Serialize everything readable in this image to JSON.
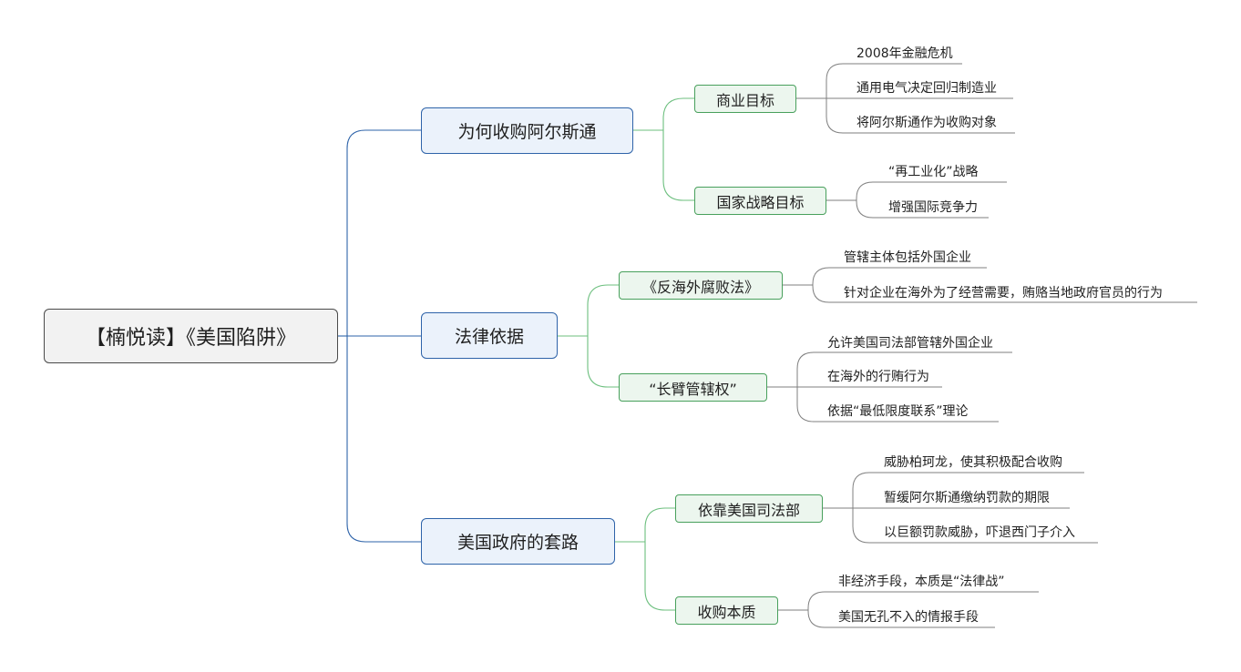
{
  "root": {
    "label": "【楠悦读】《美国陷阱》"
  },
  "branches": [
    {
      "label": "为何收购阿尔斯通",
      "children": [
        {
          "label": "商业目标",
          "leaves": [
            "2008年金融危机",
            "通用电气决定回归制造业",
            "将阿尔斯通作为收购对象"
          ]
        },
        {
          "label": "国家战略目标",
          "leaves": [
            "“再工业化”战略",
            "增强国际竞争力"
          ]
        }
      ]
    },
    {
      "label": "法律依据",
      "children": [
        {
          "label": "《反海外腐败法》",
          "leaves": [
            "管辖主体包括外国企业",
            "针对企业在海外为了经营需要，贿赂当地政府官员的行为"
          ]
        },
        {
          "label": "“长臂管辖权”",
          "leaves": [
            "允许美国司法部管辖外国企业",
            "在海外的行贿行为",
            "依据“最低限度联系”理论"
          ]
        }
      ]
    },
    {
      "label": "美国政府的套路",
      "children": [
        {
          "label": "依靠美国司法部",
          "leaves": [
            "威胁柏珂龙，使其积极配合收购",
            "暂缓阿尔斯通缴纳罚款的期限",
            "以巨额罚款威胁，吓退西门子介入"
          ]
        },
        {
          "label": "收购本质",
          "leaves": [
            "非经济手段，本质是“法律战”",
            "美国无孔不入的情报手段"
          ]
        }
      ]
    }
  ],
  "colors": {
    "main_line": "#2e63a9",
    "sub_line": "#6cbf7e",
    "leaf_line": "#7f7f7f"
  }
}
